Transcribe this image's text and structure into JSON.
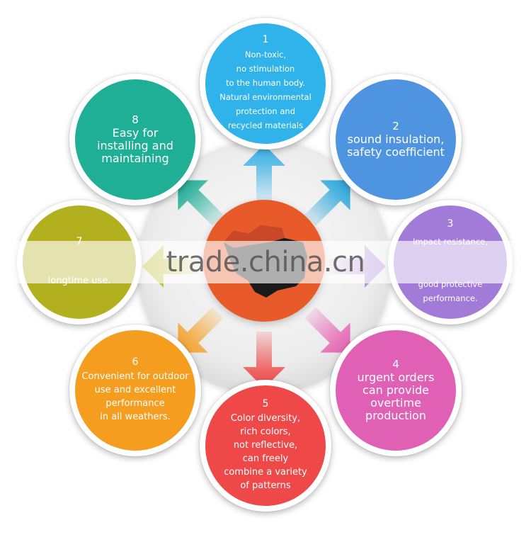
{
  "center": {
    "ring_color": "#ededed",
    "core_color": "#e85a2c",
    "product_color": "#1a1a1a"
  },
  "arrows": [
    {
      "direction": "up",
      "color": "#3fb3e6"
    },
    {
      "direction": "up-right",
      "color": "#29a6dc"
    },
    {
      "direction": "right",
      "color": "#a77fd8"
    },
    {
      "direction": "down-right",
      "color": "#e664b4"
    },
    {
      "direction": "down",
      "color": "#ef4b4b"
    },
    {
      "direction": "down-left",
      "color": "#f4a22b"
    },
    {
      "direction": "left",
      "color": "#b8b820"
    },
    {
      "direction": "up-left",
      "color": "#1fad97"
    }
  ],
  "nodes": [
    {
      "id": "n1",
      "number": "1",
      "text": "Non-toxic,\nno stimulation\nto the human body.\nNatural environmental\nprotection and\nrecycled materials",
      "color": "#2fb3ea",
      "size": "small"
    },
    {
      "id": "n2",
      "number": "2",
      "text": "sound insulation,\nsafety coefficient",
      "color": "#4f94e0",
      "size": "big"
    },
    {
      "id": "n3",
      "number": "3",
      "text": "Impact resistance,\n\n\ngood protective\nperformance.",
      "color": "#a27ad8",
      "size": "small"
    },
    {
      "id": "n4",
      "number": "4",
      "text": "urgent orders\ncan provide overtime\nproduction",
      "color": "#e060b5",
      "size": "big"
    },
    {
      "id": "n5",
      "number": "5",
      "text": "Color diversity,\nrich colors,\nnot reflective,\ncan freely\ncombine a variety\nof patterns",
      "color": "#ef4848",
      "size": "mid"
    },
    {
      "id": "n6",
      "number": "6",
      "text": "Convenient for outdoor\nuse and excellent\nperformance\nin all weathers.",
      "color": "#f49d1f",
      "size": "mid"
    },
    {
      "id": "n7",
      "number": "7",
      "text": "\n\nlongtime use.",
      "color": "#b3b01f",
      "size": "mid"
    },
    {
      "id": "n8",
      "number": "8",
      "text": "Easy for\ninstalling and\nmaintaining",
      "color": "#1fae96",
      "size": "big"
    }
  ],
  "watermark": {
    "text": "trade.china.cn"
  }
}
